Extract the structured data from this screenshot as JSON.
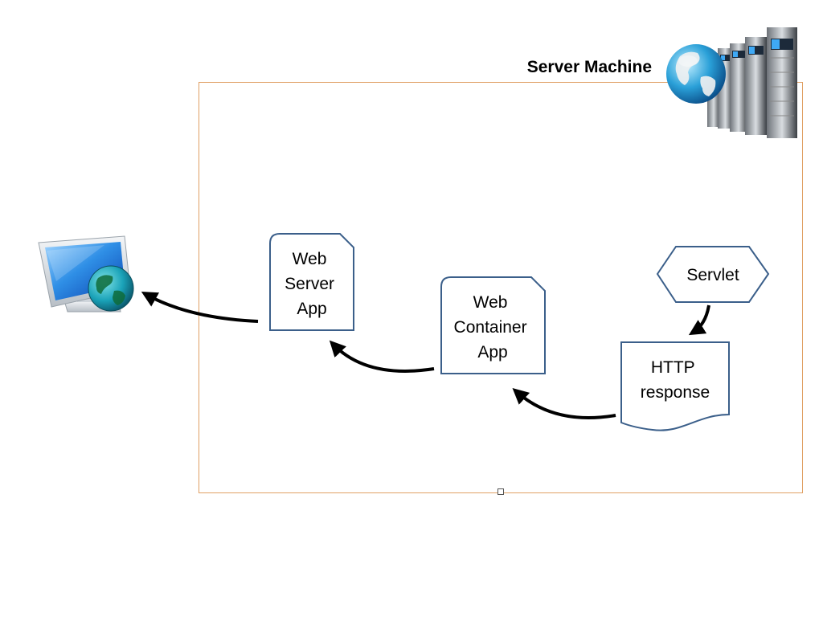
{
  "title": "Server Machine",
  "nodes": {
    "web_server_app": {
      "lines": [
        "Web",
        "Server",
        "App"
      ]
    },
    "web_container_app": {
      "lines": [
        "Web",
        "Container",
        "App"
      ]
    },
    "servlet": {
      "lines": [
        "Servlet"
      ]
    },
    "http_response": {
      "lines": [
        "HTTP",
        "response"
      ]
    }
  },
  "icons": {
    "client": "computer-monitor-globe-icon",
    "server": "server-rack-globe-icon"
  },
  "colors": {
    "boundary": "#e0a064",
    "node_border": "#3b5f8a",
    "arrow": "#000000"
  }
}
